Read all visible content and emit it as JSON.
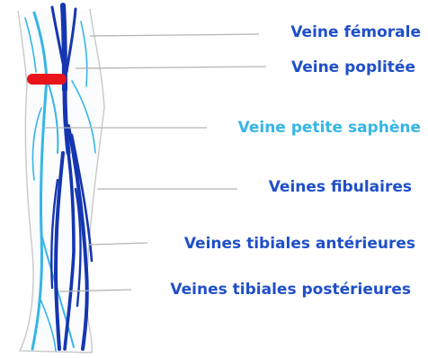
{
  "colors": {
    "dark_blue": "#1f4fc8",
    "deep_vein": "#1536b0",
    "light_blue": "#35b6e6",
    "leader_line": "#b4b4b4",
    "outline": "#c8c8c8",
    "marker": "#e8141c"
  },
  "labels": {
    "femoral": "Veine fémorale",
    "popliteal": "Veine poplitée",
    "small_saphenous": "Veine petite saphène",
    "fibular": "Veines fibulaires",
    "anterior_tibial": "Veines tibiales antérieures",
    "posterior_tibial": "Veines tibiales postérieures"
  },
  "icons": {
    "marker": "red-tourniquet-marker"
  }
}
